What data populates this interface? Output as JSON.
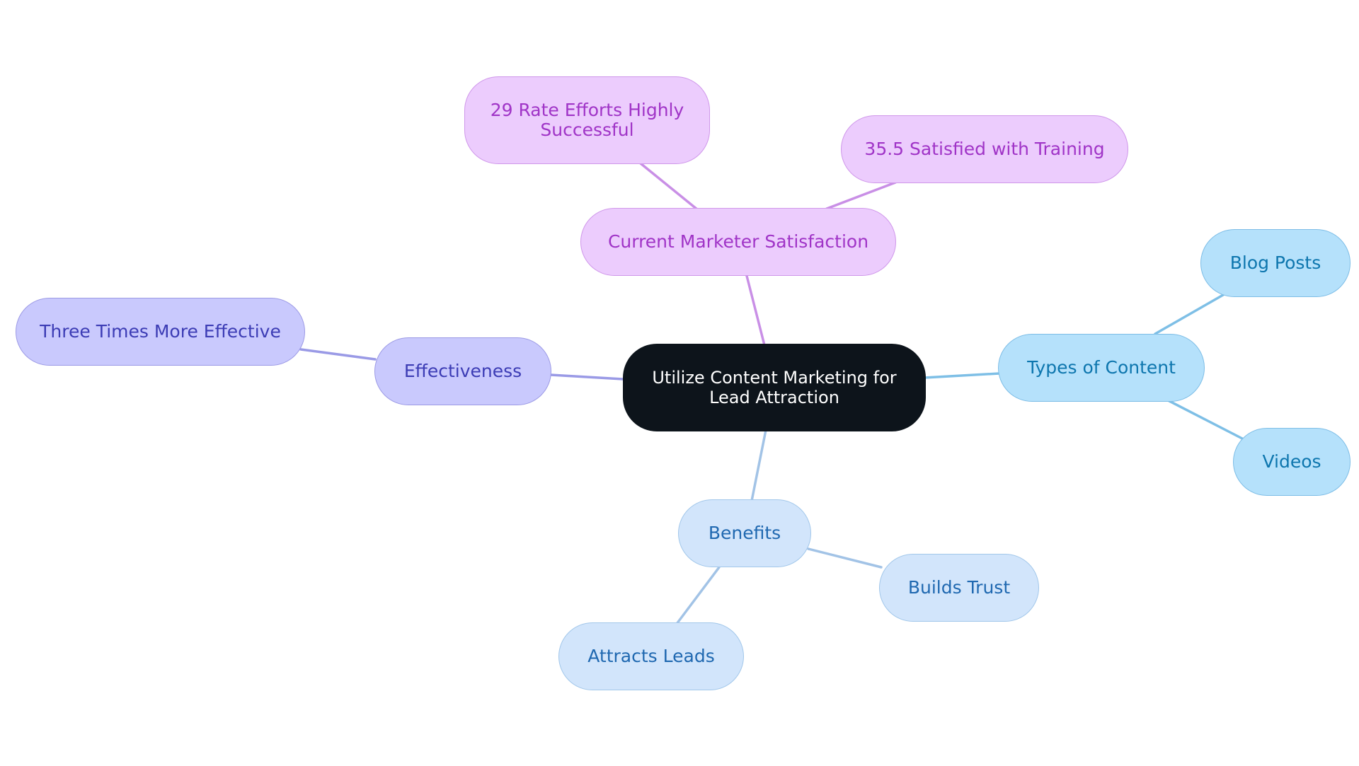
{
  "diagram": {
    "type": "mind-map",
    "root": {
      "id": "root",
      "lines": [
        "Utilize Content Marketing for",
        "Lead Attraction"
      ]
    },
    "branches": [
      {
        "id": "satisfaction",
        "label": "Current Marketer Satisfaction",
        "color": "#ecccfd",
        "children": [
          {
            "id": "rate",
            "lines": [
              "29 Rate Efforts Highly",
              "Successful"
            ]
          },
          {
            "id": "training",
            "lines": [
              "35.5 Satisfied with Training"
            ]
          }
        ]
      },
      {
        "id": "effectiveness",
        "label": "Effectiveness",
        "color": "#c9c9fd",
        "children": [
          {
            "id": "three",
            "lines": [
              "Three Times More Effective"
            ]
          }
        ]
      },
      {
        "id": "types",
        "label": "Types of Content",
        "color": "#b5e1fb",
        "children": [
          {
            "id": "blog",
            "lines": [
              "Blog Posts"
            ]
          },
          {
            "id": "videos",
            "lines": [
              "Videos"
            ]
          }
        ]
      },
      {
        "id": "benefits",
        "label": "Benefits",
        "color": "#d2e5fb",
        "children": [
          {
            "id": "trust",
            "lines": [
              "Builds Trust"
            ]
          },
          {
            "id": "leads",
            "lines": [
              "Attracts Leads"
            ]
          }
        ]
      }
    ]
  }
}
